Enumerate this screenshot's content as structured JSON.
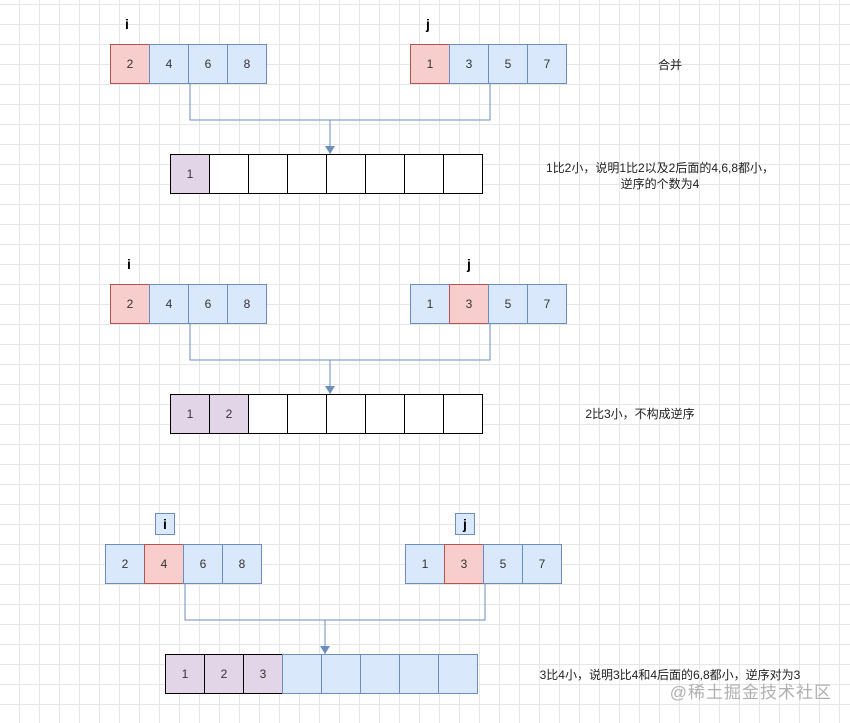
{
  "steps": [
    {
      "i_label": "i",
      "j_label": "j",
      "left": [
        "2",
        "4",
        "6",
        "8"
      ],
      "right": [
        "1",
        "3",
        "5",
        "7"
      ],
      "result": [
        "1",
        "",
        "",
        "",
        "",
        "",
        "",
        ""
      ],
      "note_lines": [
        "合并"
      ],
      "result_note_lines": [
        "1比2小，说明1比2以及2后面的4,6,8都小，",
        "逆序的个数为4"
      ]
    },
    {
      "i_label": "i",
      "j_label": "j",
      "left": [
        "2",
        "4",
        "6",
        "8"
      ],
      "right": [
        "1",
        "3",
        "5",
        "7"
      ],
      "result": [
        "1",
        "2",
        "",
        "",
        "",
        "",
        "",
        ""
      ],
      "result_note_lines": [
        "2比3小，不构成逆序"
      ]
    },
    {
      "i_label": "i",
      "j_label": "j",
      "left": [
        "2",
        "4",
        "6",
        "8"
      ],
      "right": [
        "1",
        "3",
        "5",
        "7"
      ],
      "result": [
        "1",
        "2",
        "3",
        "",
        "",
        "",
        "",
        ""
      ],
      "result_note_lines": [
        "3比4小，说明3比4和4后面的6,8都小，逆序对为3"
      ]
    }
  ],
  "watermark": "@稀土掘金技术社区",
  "colors": {
    "input_fill": "#dae8fc",
    "input_stroke": "#6c8ebf",
    "pointer_fill": "#f8cecc",
    "pointer_stroke": "#b85450",
    "merged_fill": "#e1d5e7",
    "connector": "#6c8ebf"
  }
}
